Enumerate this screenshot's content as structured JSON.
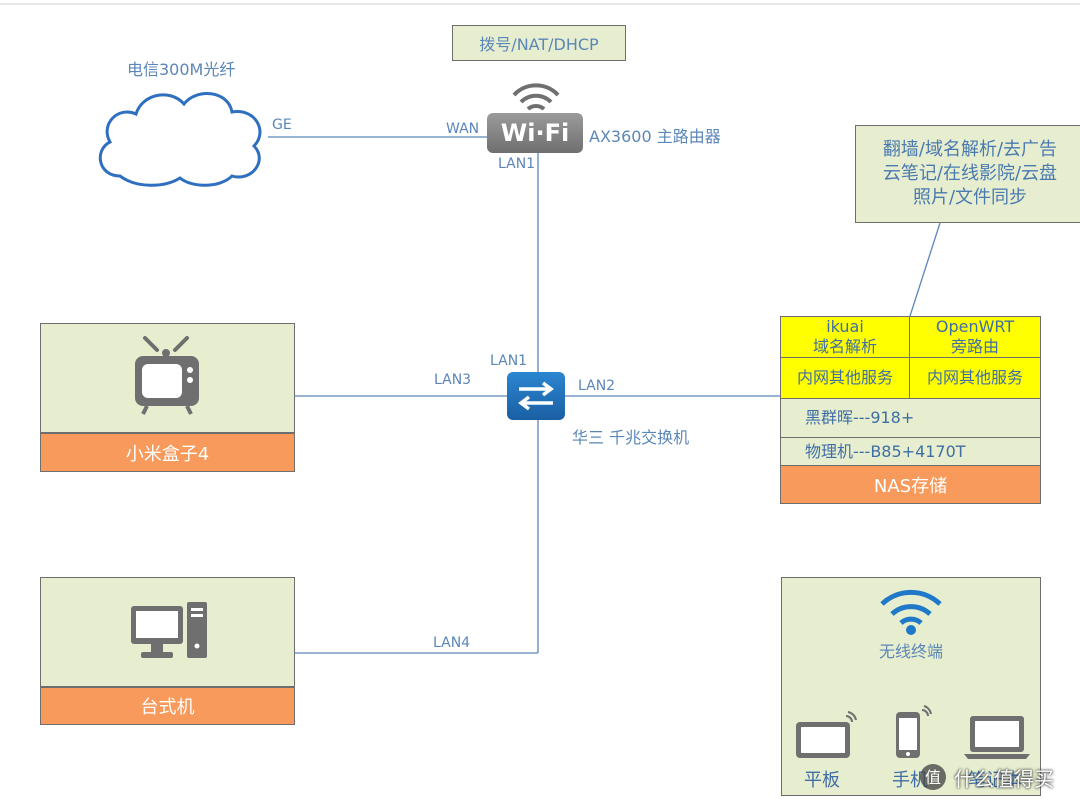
{
  "top": {
    "dial_label": "拨号/NAT/DHCP"
  },
  "isp": {
    "name": "电信300M光纤",
    "port": "GE"
  },
  "router": {
    "logo": "Wi·Fi",
    "wan": "WAN",
    "lan": "LAN1",
    "name": "AX3600  主路由器"
  },
  "services_note": {
    "lines": [
      "翻墙/域名解析/去广告",
      "云笔记/在线影院/云盘",
      "照片/文件同步"
    ]
  },
  "switch": {
    "lan_up": "LAN1",
    "lan_left": "LAN3",
    "lan_right": "LAN2",
    "lan_down": "LAN4",
    "name": "华三 千兆交换机"
  },
  "tv_box": {
    "title": "小米盒子4"
  },
  "desktop": {
    "title": "台式机"
  },
  "nas": {
    "ikuai_name": "ikuai",
    "ikuai_role": "域名解析",
    "openwrt_name": "OpenWRT",
    "openwrt_role": "旁路由",
    "ikuai_service": "内网其他服务",
    "openwrt_service": "内网其他服务",
    "row1": "黑群晖---918+",
    "row2": "物理机---B85+4170T",
    "footer": "NAS存储"
  },
  "wireless": {
    "title": "无线终端",
    "devices": [
      "平板",
      "手机",
      "笔记本"
    ]
  },
  "watermark": "什么值得买",
  "colors": {
    "line": "#5b86b8",
    "green_fill": "#e6eecf",
    "orange_fill": "#f79a5b",
    "yellow_fill": "#ffff00",
    "wifi_blue": "#1f78c8",
    "icon_gray": "#7a7a7a"
  }
}
